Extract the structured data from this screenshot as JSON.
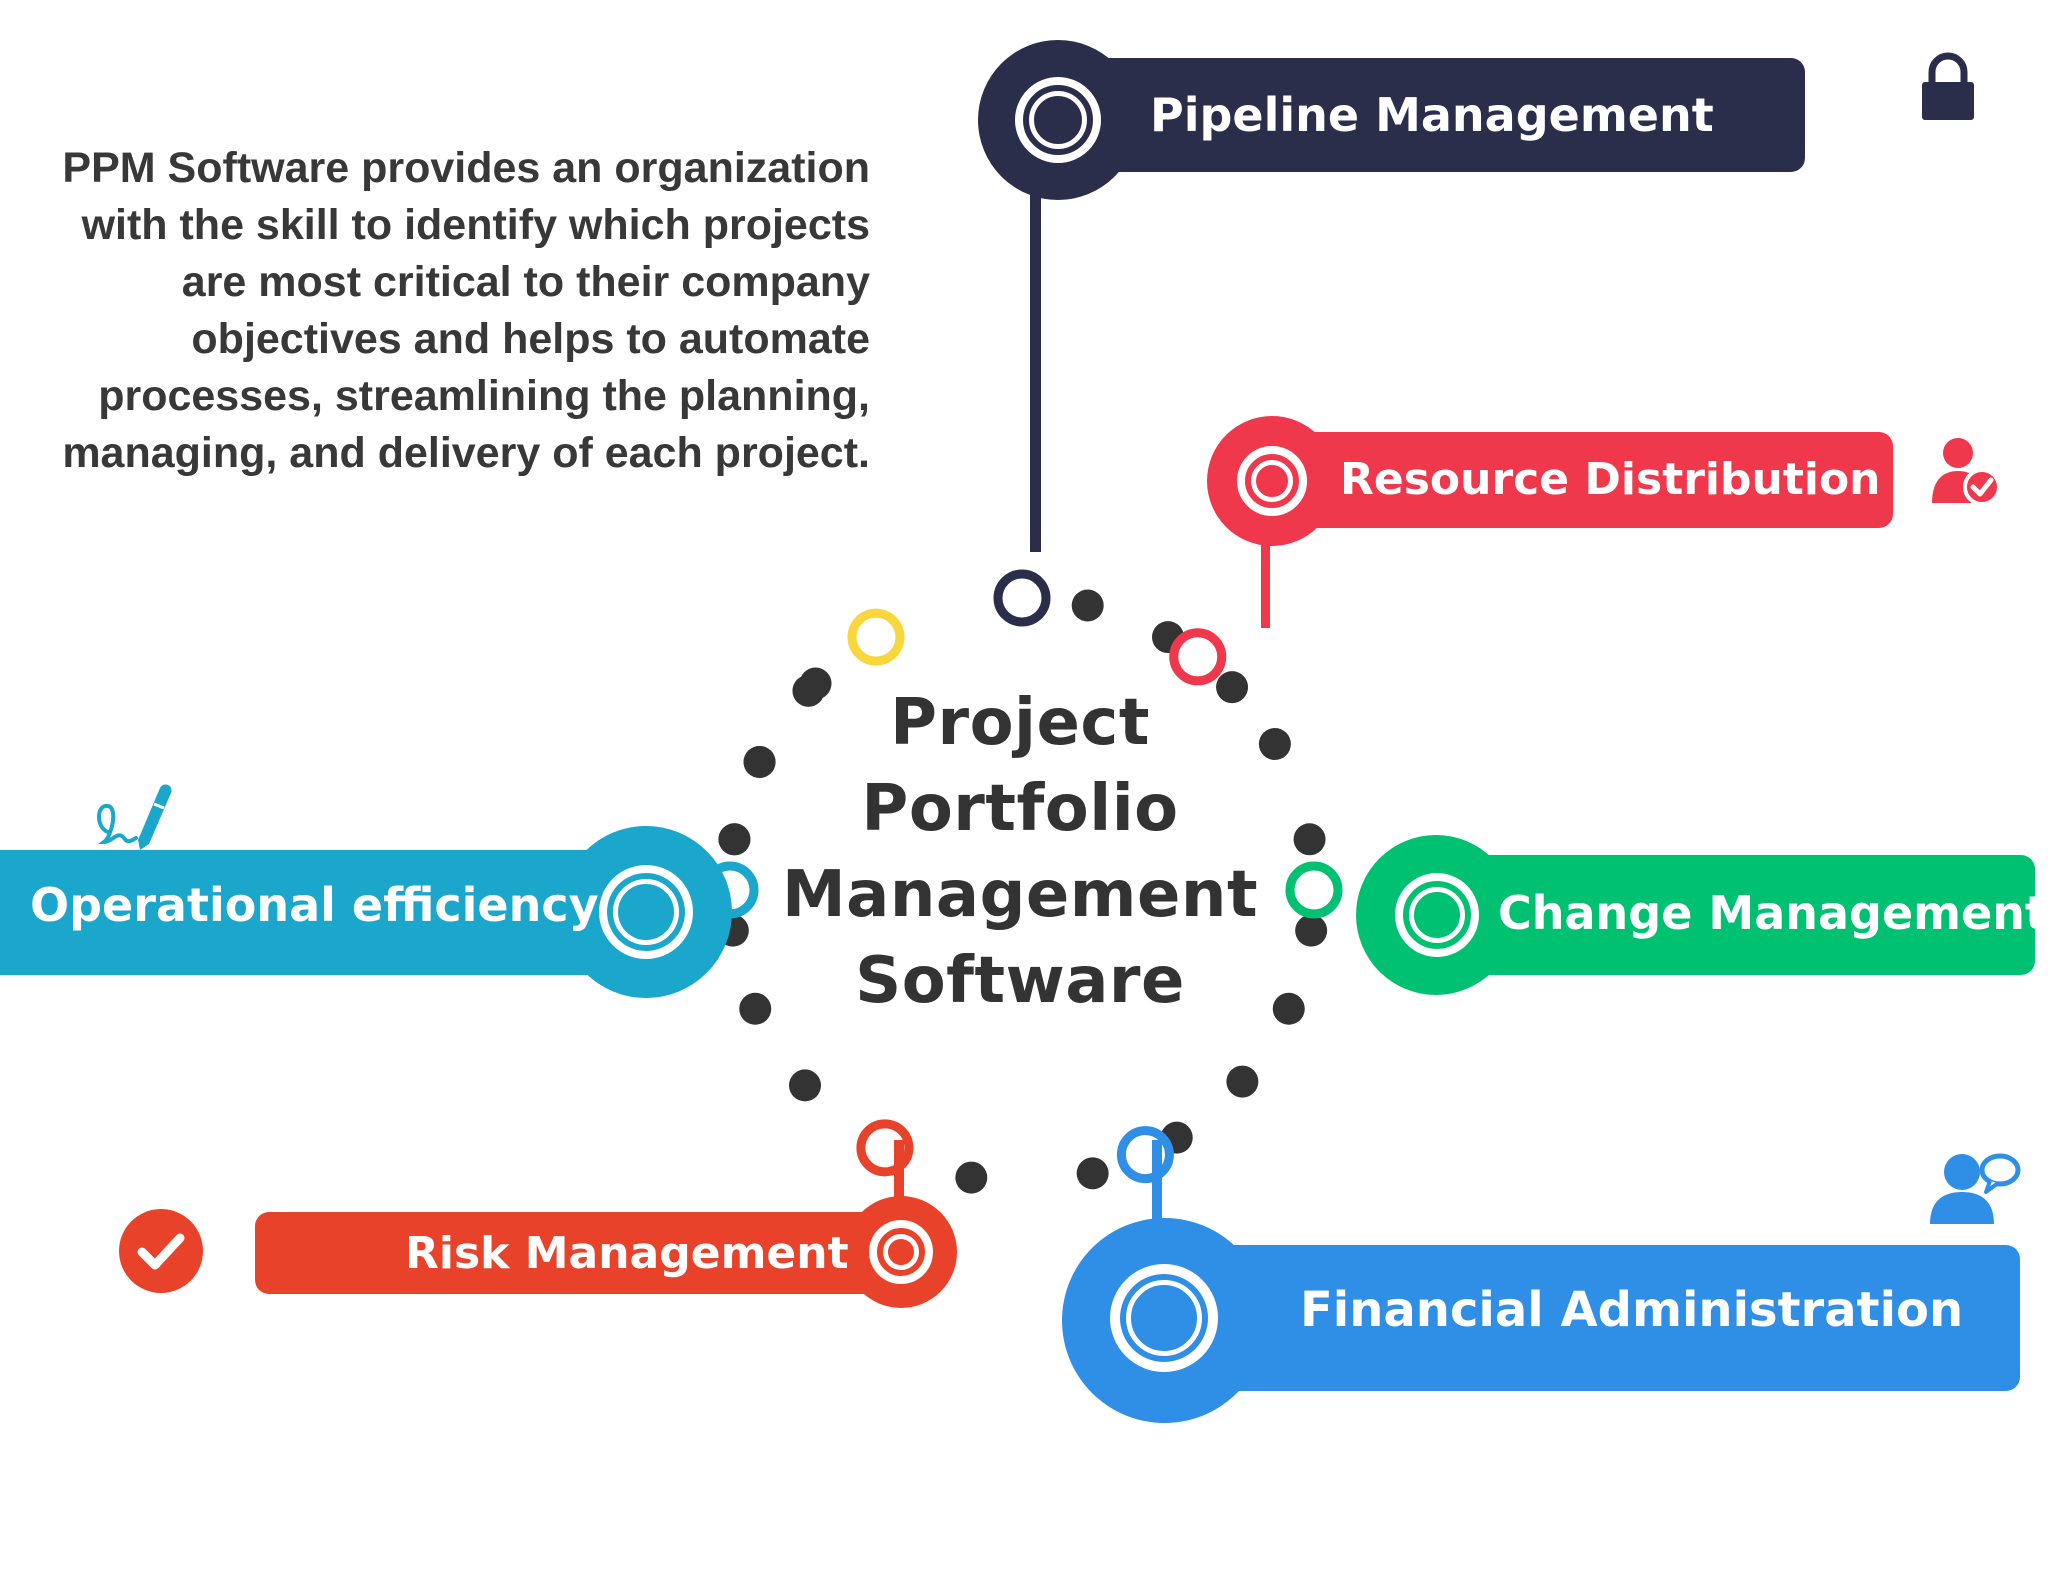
{
  "center_title_lines": [
    "Project",
    "Portfolio",
    "Management",
    "Software"
  ],
  "intro_text": "PPM Software provides an organization with the skill to identify which projects are most critical to their company objectives and helps to automate processes, streamlining the planning, managing, and delivery of each project.",
  "nodes": {
    "pipeline": {
      "label": "Pipeline Management",
      "color": "#2b2e4a",
      "icon": "lock-icon"
    },
    "resource": {
      "label": "Resource Distribution",
      "color": "#f0384c",
      "icon": "user-check-icon"
    },
    "change": {
      "label": "Change Management",
      "color": "#00c172",
      "icon": ""
    },
    "financial": {
      "label": "Financial Administration",
      "color": "#2f8fe6",
      "icon": "user-chat-icon"
    },
    "risk": {
      "label": "Risk Management",
      "color": "#e8432a",
      "icon": "check-circle-icon"
    },
    "operational": {
      "label": "Operational efficiency",
      "color": "#1ba6cc",
      "icon": "pen-signature-icon"
    }
  },
  "colors": {
    "dot": "#333333",
    "yellow_ring": "#f8d73c",
    "text": "#383838"
  }
}
